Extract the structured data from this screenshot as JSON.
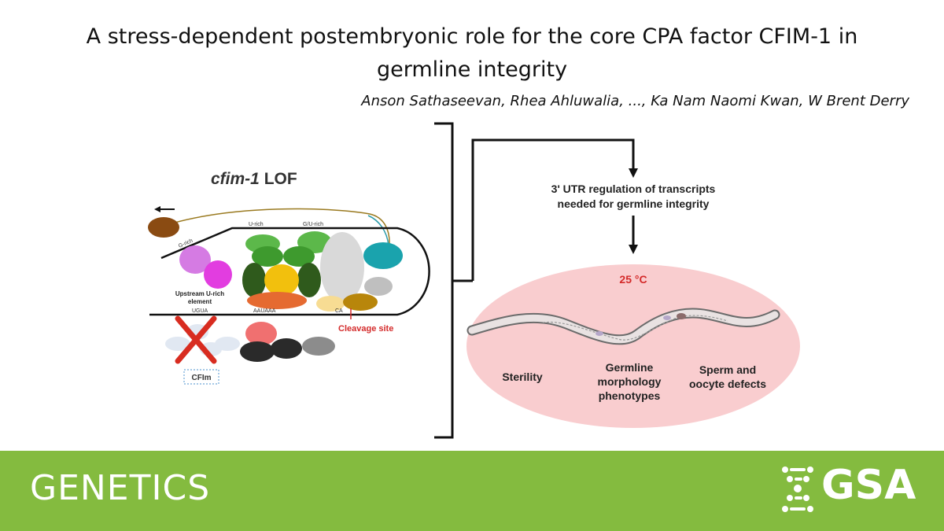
{
  "header": {
    "title": "A stress-dependent postembryonic role for the core CPA factor CFIM-1 in germline integrity",
    "authors": "Anson Sathaseevan, Rhea Ahluwalia, ..., Ka Nam Naomi Kwan, W Brent Derry"
  },
  "figure": {
    "left_title_gene": "cfim-1",
    "left_title_suffix": " LOF",
    "labels": {
      "g_rich": "G-rich",
      "u_rich": "U-rich",
      "gu_rich": "G/U-rich",
      "upstream_line1": "Upstream U-rich",
      "upstream_line2": "element",
      "ugua": "UGUA",
      "auaaa": "AAUAAA",
      "ca": "CA",
      "cleavage_site": "Cleavage site",
      "cfim": "CFIm"
    },
    "box_text_line1": "3' UTR regulation of transcripts",
    "box_text_line2": "needed for germline integrity",
    "temperature": "25 °C",
    "phenotypes": {
      "p1": "Sterility",
      "p2_line1": "Germline",
      "p2_line2": "morphology",
      "p2_line3": "phenotypes",
      "p3_line1": "Sperm and",
      "p3_line2": "oocyte defects"
    },
    "colors": {
      "accent_red": "#d42b2b",
      "ellipse_fill": "#f9cdcf",
      "banner": "#84bb3f"
    }
  },
  "footer": {
    "journal": "GENETICS",
    "society": "GSA"
  }
}
